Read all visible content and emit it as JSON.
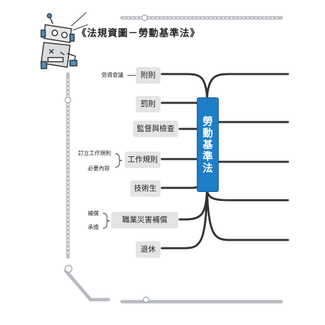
{
  "title": "《法規資圖－勞動基準法》",
  "center_topic": "勞動基準法",
  "branches": {
    "fuze": "附則",
    "fasei": "罰則",
    "jiandu": "監督與檢查",
    "gongzuo": "工作規則",
    "jishu": "技術生",
    "zaihai": "職業災害補償",
    "tuixiu": "退休"
  },
  "sub_labels": {
    "laozi": "勞資會議",
    "dingli": "訂立工作規則",
    "biyao": "必要內容",
    "buchang": "補償",
    "chengdan": "承擔"
  },
  "colors": {
    "accent": "#1e7ec8",
    "branch_bg": "#e4e4e4",
    "line": "#333333",
    "frame": "#b8bcc2"
  },
  "icons": [
    "robot-icon"
  ]
}
